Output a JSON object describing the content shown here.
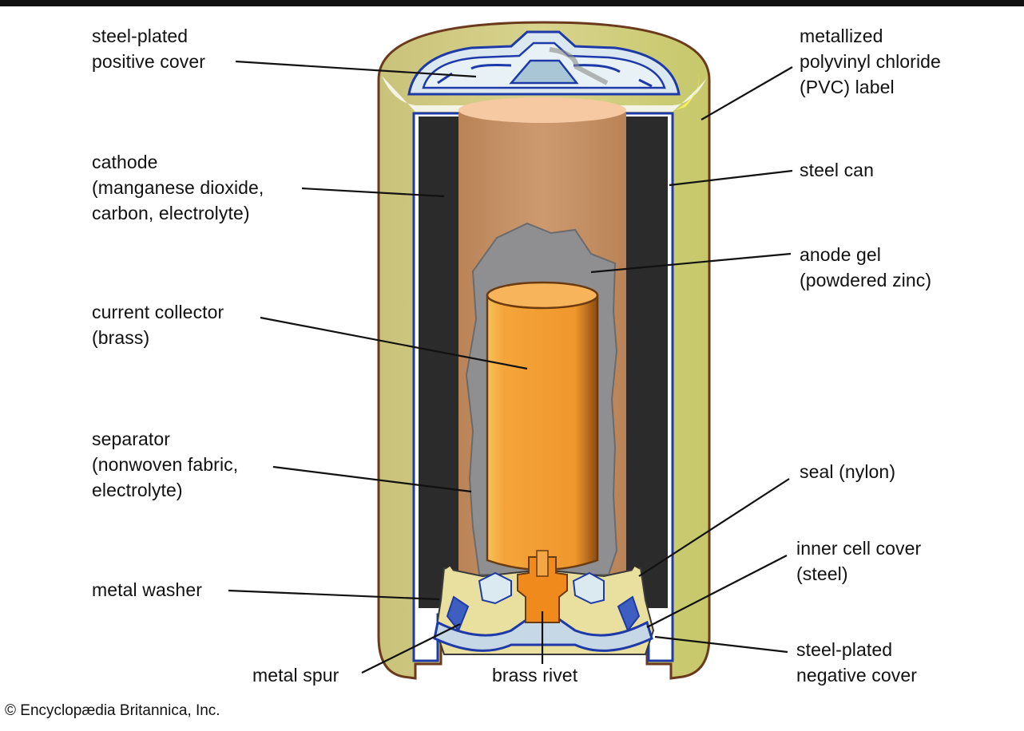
{
  "labels": {
    "positive_cover": "steel-plated\npositive cover",
    "pvc_label": "metallized\npolyvinyl chloride\n(PVC) label",
    "cathode": "cathode\n(manganese dioxide,\ncarbon, electrolyte)",
    "steel_can": "steel can",
    "anode_gel": "anode gel\n(powdered zinc)",
    "current_collector": "current collector\n(brass)",
    "separator": "separator\n(nonwoven fabric,\nelectrolyte)",
    "seal": "seal (nylon)",
    "inner_cell_cover": "inner cell cover\n(steel)",
    "metal_washer": "metal washer",
    "negative_cover": "steel-plated\nnegative cover",
    "metal_spur": "metal spur",
    "brass_rivet": "brass rivet"
  },
  "credit": "© Encyclopædia Britannica, Inc.",
  "colors": {
    "label_outer": "#cfc97c",
    "steel_can": "#1e3aa8",
    "cathode": "#2b2b2b",
    "separator": "#c8956a",
    "anode_gel": "#8f8f91",
    "collector": "#f29a2e",
    "seal": "#e9df9f"
  }
}
